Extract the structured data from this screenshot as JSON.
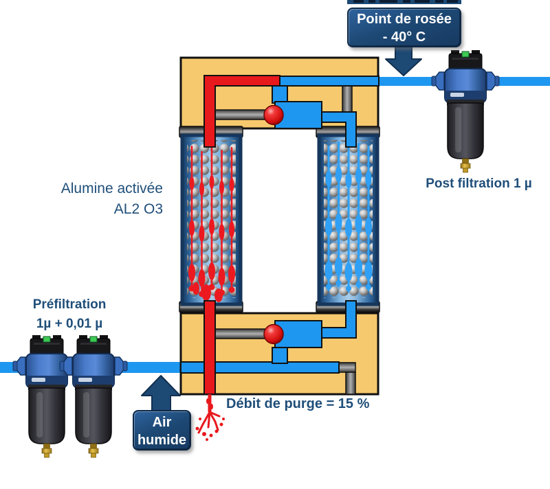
{
  "annotations": {
    "dew_point": {
      "line1": "Point de rosée",
      "line2": "- 40° C"
    },
    "alumina": {
      "line1": "Alumine activée",
      "line2": "AL2 O3"
    },
    "prefiltration": {
      "line1": "Préfiltration",
      "line2": "1µ + 0,01 µ"
    },
    "post_filtration": "Post filtration 1 µ",
    "humid_air": {
      "line1": "Air",
      "line2": "humide"
    },
    "purge_rate": "Débit de purge = 15 %"
  },
  "icons": {
    "down_arrow": "thick navy arrow pointing down to outlet pipe",
    "up_arrow": "thick navy arrow pointing up to inlet pipe",
    "purge_spray": "red purge spray splash",
    "valve_ball": "red shuttle-valve ball"
  },
  "colors": {
    "label_text_blue": "#1F4E79",
    "navy_box": "#1D4975",
    "pipe_blue": "#1E97F0",
    "pipe_red": "#E8191D",
    "manifold_tan": "#F6C96E",
    "gray_pipe": "#7F7F7F",
    "filter_head_blue": "#3A6FC0",
    "green_indicator": "#3FCA55",
    "brass_drain": "#D9B02F"
  }
}
